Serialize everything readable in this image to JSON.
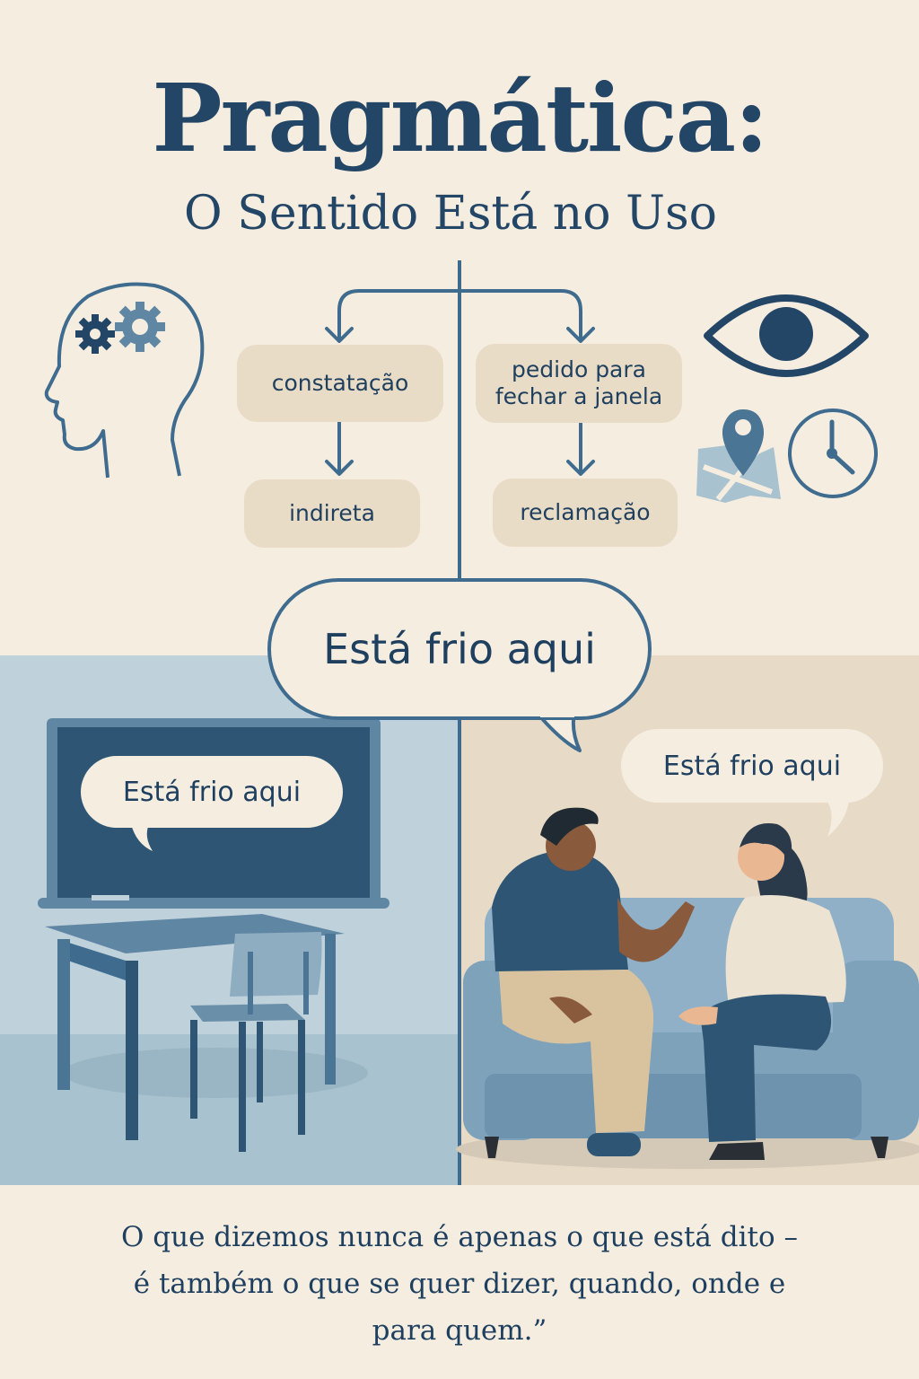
{
  "header": {
    "title": "Pragmática:",
    "subtitle": "O Sentido Está no Uso"
  },
  "diagram": {
    "left_branch": {
      "top": "constatação",
      "bottom": "indireta"
    },
    "right_branch": {
      "top_line1": "pedido para",
      "top_line2": "fechar a janela",
      "bottom": "reclamação"
    }
  },
  "icons": {
    "head": "head-with-gears-icon",
    "eye": "eye-icon",
    "map": "map-pin-icon",
    "clock": "clock-icon"
  },
  "central_bubble": {
    "text": "Está frio aqui"
  },
  "scenes": {
    "classroom": {
      "bubble_text": "Está frio aqui"
    },
    "living_room": {
      "bubble_text": "Está frio aqui"
    }
  },
  "quote": {
    "line1": "O que dizemos nunca é apenas o que está dito –",
    "line2": "é também o que se quer dizer, quando, onde e",
    "line3": "para quem.”"
  },
  "colors": {
    "background": "#f5ede0",
    "primary": "#234566",
    "accent": "#3f6c8e",
    "pill": "#e9dcc6",
    "classroom_bg": "#bfd1db",
    "living_bg": "#e7dac6"
  }
}
